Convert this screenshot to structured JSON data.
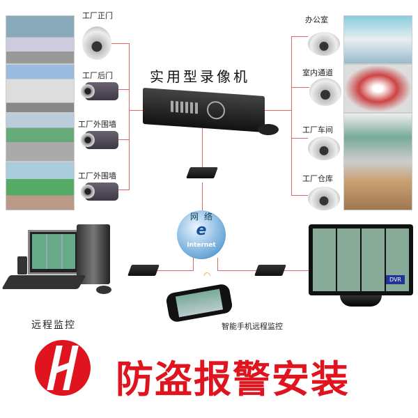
{
  "title": "实用型录像机",
  "left_cameras": [
    {
      "label": "工厂正门"
    },
    {
      "label": "工厂后门"
    },
    {
      "label": "工厂外围墙"
    },
    {
      "label": "工厂外围墙"
    }
  ],
  "right_cameras": [
    {
      "label": "办公室"
    },
    {
      "label": "室内通道"
    },
    {
      "label": "工厂车间"
    },
    {
      "label": "工厂仓库"
    }
  ],
  "network": {
    "label": "网络",
    "internet": "Internet",
    "letter": "e"
  },
  "remote": {
    "pc_label": "远程监控",
    "phone_label": "智能手机远程监控",
    "monitor_text": "DVR"
  },
  "banner": {
    "text": "防盗报警安装",
    "color": "#e0141e"
  },
  "colors": {
    "line": "#d66666",
    "accent": "#e0141e"
  }
}
